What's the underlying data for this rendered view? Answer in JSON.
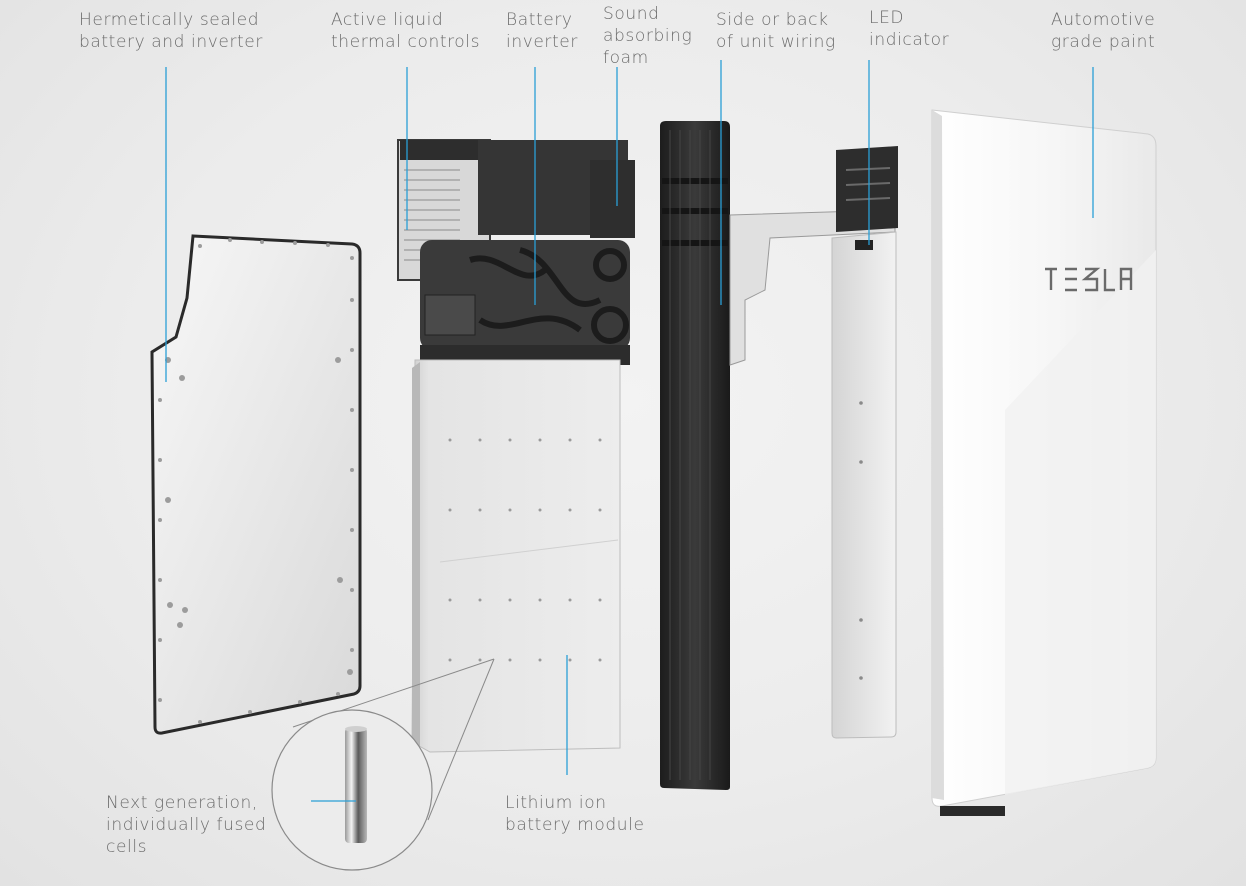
{
  "labels": {
    "hermetically_sealed": [
      "Hermetically sealed",
      "battery and inverter"
    ],
    "thermal_controls": [
      "Active liquid",
      "thermal controls"
    ],
    "battery_inverter": [
      "Battery",
      "inverter"
    ],
    "sound_foam": [
      "Sound",
      "absorbing",
      "foam"
    ],
    "unit_wiring": [
      "Side or back",
      "of unit wiring"
    ],
    "led_indicator": [
      "LED",
      "indicator"
    ],
    "automotive_paint": [
      "Automotive",
      "grade paint"
    ],
    "fused_cells": [
      "Next generation,",
      "individually fused",
      "cells"
    ],
    "lithium_module": [
      "Lithium ion",
      "battery module"
    ]
  },
  "brand_wordmark": "TESLA",
  "colors": {
    "leader_line": "#2a9fd6",
    "label_text": "#6c6c6c",
    "background": "#ececec",
    "dark_panel": "#2b2b2b"
  }
}
